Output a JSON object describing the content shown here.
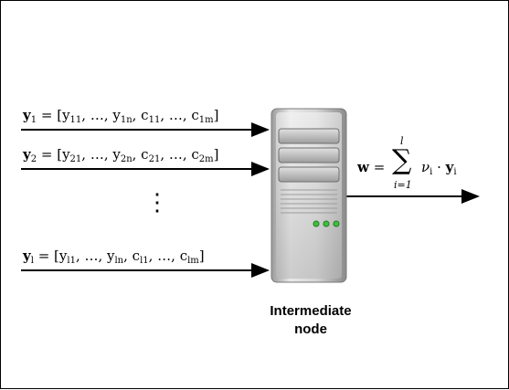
{
  "inputs": [
    {
      "var": "y",
      "sub": "1",
      "rhs_open": "= [y",
      "s1": "11",
      "mid1": ", …, y",
      "s2": "1n",
      "mid2": ", c",
      "s3": "11",
      "mid3": ", …, c",
      "s4": "1m",
      "close": "]"
    },
    {
      "var": "y",
      "sub": "2",
      "rhs_open": "= [y",
      "s1": "21",
      "mid1": ", …, y",
      "s2": "2n",
      "mid2": ", c",
      "s3": "21",
      "mid3": ", …, c",
      "s4": "2m",
      "close": "]"
    },
    {
      "var": "y",
      "sub": "l",
      "rhs_open": "= [y",
      "s1": "l1",
      "mid1": ", …, y",
      "s2": "ln",
      "mid2": ", c",
      "s3": "l1",
      "mid3": ", …, c",
      "s4": "lm",
      "close": "]"
    }
  ],
  "ellipsis": "⋮",
  "output": {
    "lhs": "w",
    "eq": "=",
    "sum": "∑",
    "sum_top": "l",
    "sum_bottom": "i=1",
    "term": "ν",
    "term_sub": "i",
    "dot": "·",
    "y": "y",
    "y_sub": "i"
  },
  "node_label_line1": "Intermediate",
  "node_label_line2": "node",
  "colors": {
    "server_light": "#f2f2f2",
    "server_mid": "#c8c8c8",
    "server_dark": "#8c8c8c",
    "led": "#3fbf3f"
  }
}
